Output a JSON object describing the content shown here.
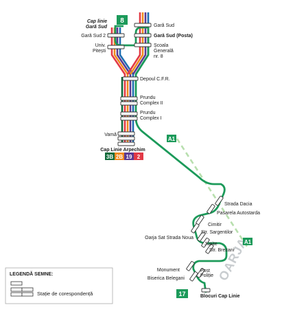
{
  "colors": {
    "green": "#1c9a5a",
    "red": "#e23a47",
    "orange": "#f08a1e",
    "purple": "#5b3b91",
    "blue": "#1f6fb2",
    "darkgreen": "#0f6b3a",
    "dash": "#b8dfae",
    "oarja": "#c8cccf"
  },
  "badges": {
    "route_8": "8",
    "route_17": "17",
    "a1_upper": "A1",
    "a1_lower": "A1"
  },
  "stations": {
    "cap_linie_gara_sud_l1": "Cap linie",
    "cap_linie_gara_sud_l2": "Gară Sud",
    "gara_sud": "Gară Sud",
    "gara_sud_2": "Gară Sud 2",
    "gara_sud_posta": "Gară Sud (Posta)",
    "univ_pitesti_l1": "Univ.",
    "univ_pitesti_l2": "Pitești",
    "scoala_l1": "Școala",
    "scoala_l2": "Generală",
    "scoala_l3": "nr. 8",
    "depoul_cfr": "Depoul C.F.R.",
    "prundu_2_l1": "Prundu",
    "prundu_2_l2": "Complex II",
    "prundu_1_l1": "Prundu",
    "prundu_1_l2": "Complex I",
    "vama": "Vamă",
    "cap_linie_arpechim": "Cap Linie Arpechim",
    "strada_dacia": "Strada Dacia",
    "pasarela_autostrada": "Pasarela Autostarda",
    "cimitir": "Cimitir",
    "str_sargentilor": "Str. Sargentilor",
    "oarja_sat": "Oarja Sat Strada Noua",
    "jupite": "Jupite",
    "str_brezani": "Str. Brezani",
    "monument": "Monument",
    "post_politie_l1": "Post",
    "post_politie_l2": "Poliție",
    "biserica_belegani": "Biserica Belegani",
    "blocuri_cap_linie": "Blocuri Cap Linie"
  },
  "route_chips": [
    {
      "label": "3B",
      "color": "#0f6b3a"
    },
    {
      "label": "2B",
      "color": "#f08a1e"
    },
    {
      "label": "19",
      "color": "#5b3b91"
    },
    {
      "label": "2",
      "color": "#e23a47"
    }
  ],
  "area_label": "OARJA",
  "legend": {
    "title": "LEGENDĂ SEMNE:",
    "transfer_label": "Stație de corespondență"
  }
}
